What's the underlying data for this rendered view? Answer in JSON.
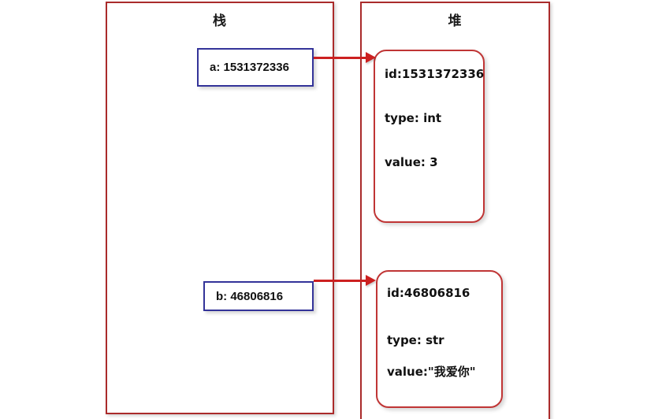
{
  "diagram": {
    "stack": {
      "title": "栈",
      "variables": [
        {
          "name": "var-a",
          "label": "a: 1531372336"
        },
        {
          "name": "var-b",
          "label": "b: 46806816"
        }
      ]
    },
    "heap": {
      "title": "堆",
      "objects": [
        {
          "name": "heap-object-int",
          "id_line": "id:1531372336",
          "type_line": "type: int",
          "value_line": "value:  3"
        },
        {
          "name": "heap-object-str",
          "id_line": "id:46806816",
          "type_line": "type: str",
          "value_line": "value:\"我爱你\""
        }
      ]
    },
    "arrows": [
      {
        "name": "pointer-a-to-int",
        "from": "a: 1531372336",
        "to": "id:1531372336"
      },
      {
        "name": "pointer-b-to-str",
        "from": "b: 46806816",
        "to": "id:46806816"
      }
    ],
    "colors": {
      "region_border": "#aa2b2b",
      "heap_object_border": "#c03535",
      "stack_variable_border": "#333399",
      "arrow": "#cc2020",
      "text": "#111111",
      "background": "#ffffff"
    }
  }
}
